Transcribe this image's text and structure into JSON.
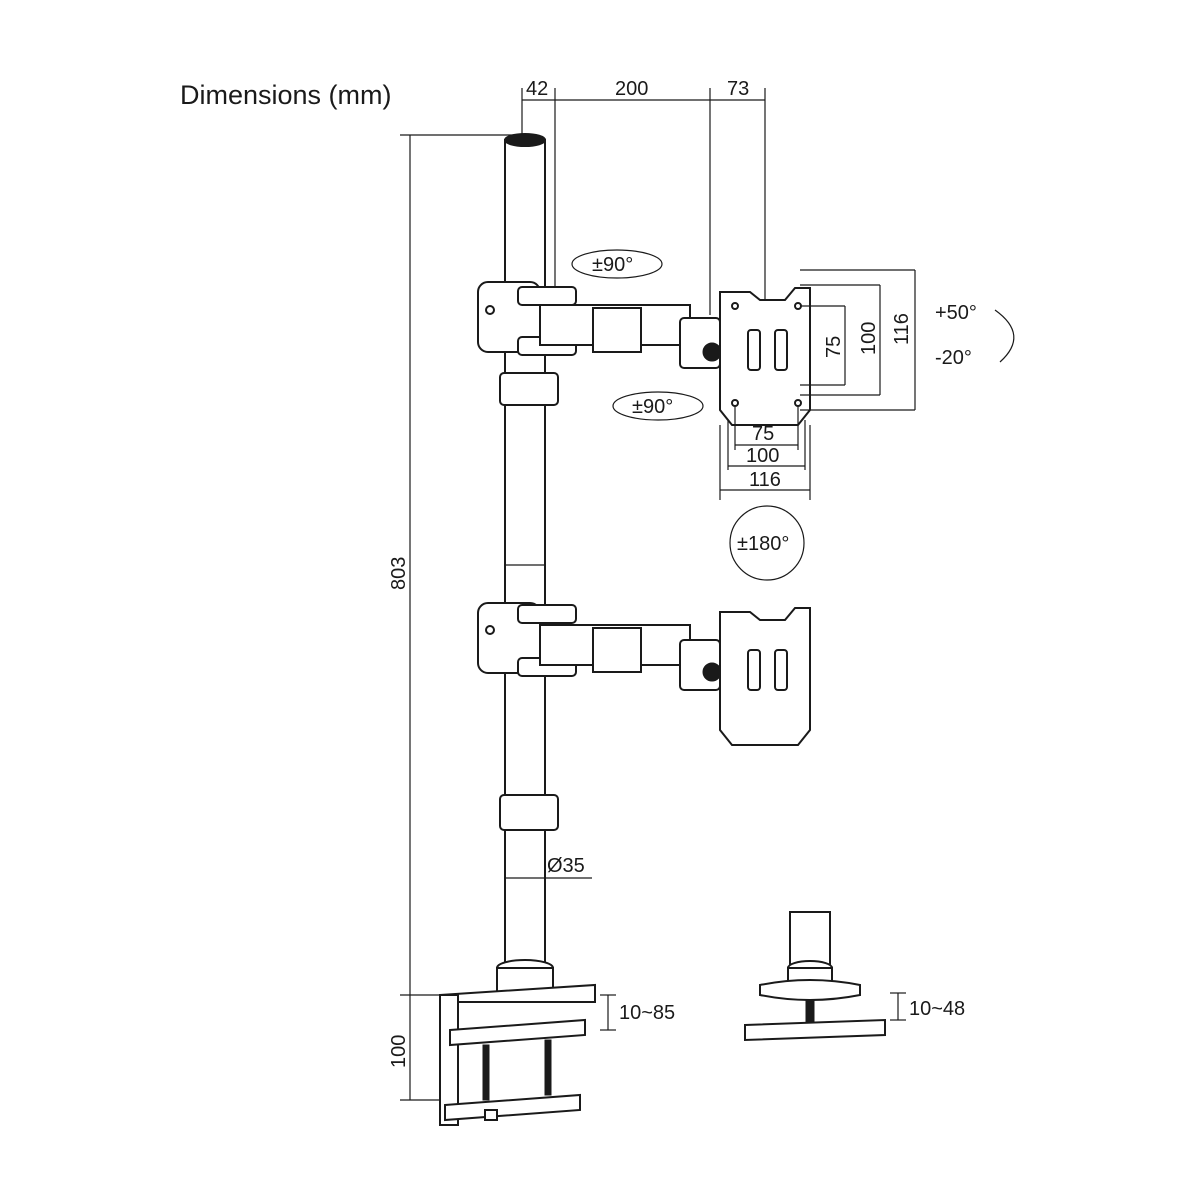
{
  "title": "Dimensions (mm)",
  "top_dims": {
    "a": "42",
    "b": "200",
    "c": "73"
  },
  "rotation": {
    "arm_swivel": "±90°",
    "head_swivel": "±90°",
    "tilt_up": "+50°",
    "tilt_down": "-20°",
    "rotate": "±180°"
  },
  "vesa_vertical": {
    "v75": "75",
    "v100": "100",
    "v116": "116"
  },
  "vesa_horizontal": {
    "h75": "75",
    "h100": "100",
    "h116": "116"
  },
  "height": "803",
  "pole_diameter": "Ø35",
  "clamp_range": "10~85",
  "clamp_height": "100",
  "grommet_range": "10~48",
  "colors": {
    "line": "#1a1a1a",
    "background": "#ffffff"
  }
}
